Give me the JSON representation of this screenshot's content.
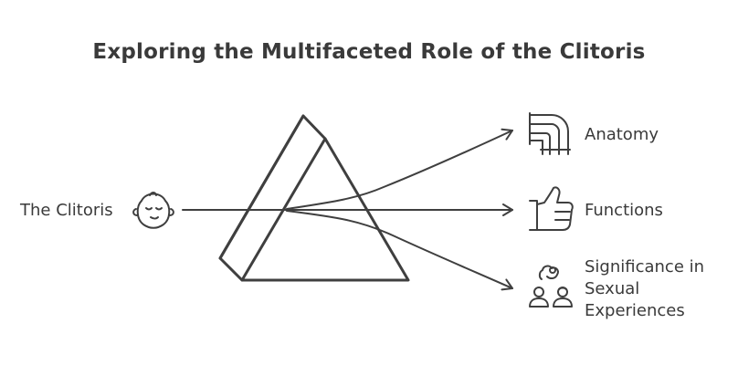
{
  "title": "Exploring the Multifaceted Role of the Clitoris",
  "input": {
    "label": "The Clitoris",
    "icon": "baby-face-icon"
  },
  "outputs": [
    {
      "label": "Anatomy",
      "icon": "pipe-joint-icon"
    },
    {
      "label": "Functions",
      "icon": "thumbs-up-icon"
    },
    {
      "label_lines": [
        "Significance in",
        "Sexual",
        "Experiences"
      ],
      "icon": "people-with-love-icon"
    }
  ],
  "colors": {
    "stroke": "#3f3f3f",
    "text": "#3a3a3a",
    "background": "#ffffff"
  }
}
